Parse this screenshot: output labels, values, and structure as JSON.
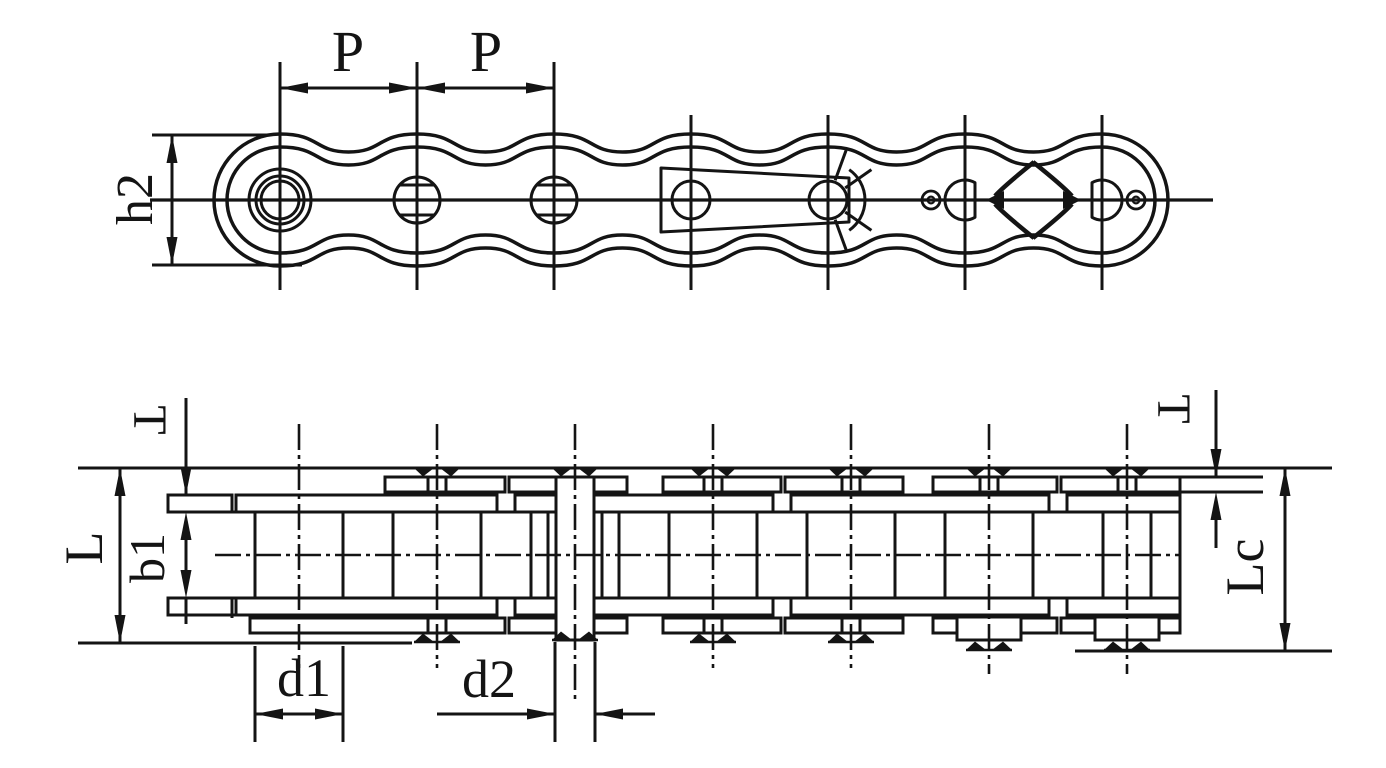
{
  "drawing": {
    "type": "engineering-drawing",
    "subject": "roller chain side elevation and plan view with dimension callouts",
    "background": "#ffffff",
    "line_color": "#141414"
  },
  "dimensions": {
    "pitch_first": "P",
    "pitch_second": "P",
    "plate_height": "h2",
    "thickness_left": "T",
    "pin_length": "L",
    "inner_width": "b1",
    "roller_diameter": "d1",
    "pin_diameter": "d2",
    "thickness_right": "T",
    "pin_length_cottered": "Lc"
  }
}
